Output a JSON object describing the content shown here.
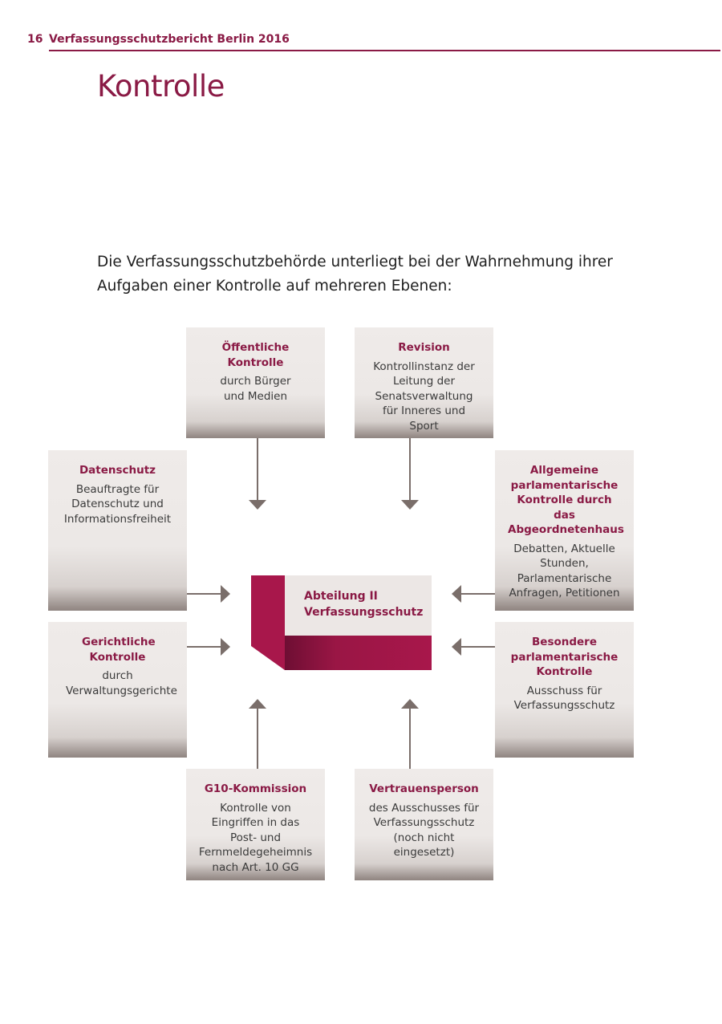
{
  "header": {
    "page_number": "16",
    "running_title": "Verfassungsschutzbericht Berlin 2016"
  },
  "title": "Kontrolle",
  "intro": "Die Verfassungsschutzbehörde unterliegt bei der Wahrnehmung ihrer Aufgaben einer Kontrolle auf mehreren Ebenen:",
  "center": {
    "line1": "Abteilung II",
    "line2": "Verfassungsschutz"
  },
  "boxes": {
    "oeffentlich": {
      "title": "Öffentliche Kontrolle",
      "desc": "durch Bürger und Medien"
    },
    "revision": {
      "title": "Revision",
      "desc": "Kontrollinstanz der Leitung der Senatsverwaltung für Inneres und Sport"
    },
    "datenschutz": {
      "title": "Datenschutz",
      "desc": "Beauftragte für Datenschutz und Informationsfreiheit"
    },
    "allgemein": {
      "title": "Allgemeine parlamentarische Kontrolle durch das Abgeordnetenhaus",
      "desc": "Debatten, Aktuelle Stunden, Parlamentarische Anfragen, Petitionen"
    },
    "gericht": {
      "title": "Gerichtliche Kontrolle",
      "desc": "durch Verwaltungsgerichte"
    },
    "besonders": {
      "title": "Besondere parlamentarische Kontrolle",
      "desc": "Ausschuss für Verfassungsschutz"
    },
    "g10": {
      "title": "G10-Kommission",
      "desc": "Kontrolle von Eingriffen in das Post- und Fernmeldegeheimnis nach Art. 10 GG"
    },
    "vertrauen": {
      "title": "Vertrauensperson",
      "desc": "des Ausschusses für Verfassungsschutz (noch nicht eingesetzt)"
    }
  },
  "colors": {
    "accent": "#8a1a45",
    "box_bg": "#ece8e6",
    "arrow": "#7a6e6a"
  }
}
